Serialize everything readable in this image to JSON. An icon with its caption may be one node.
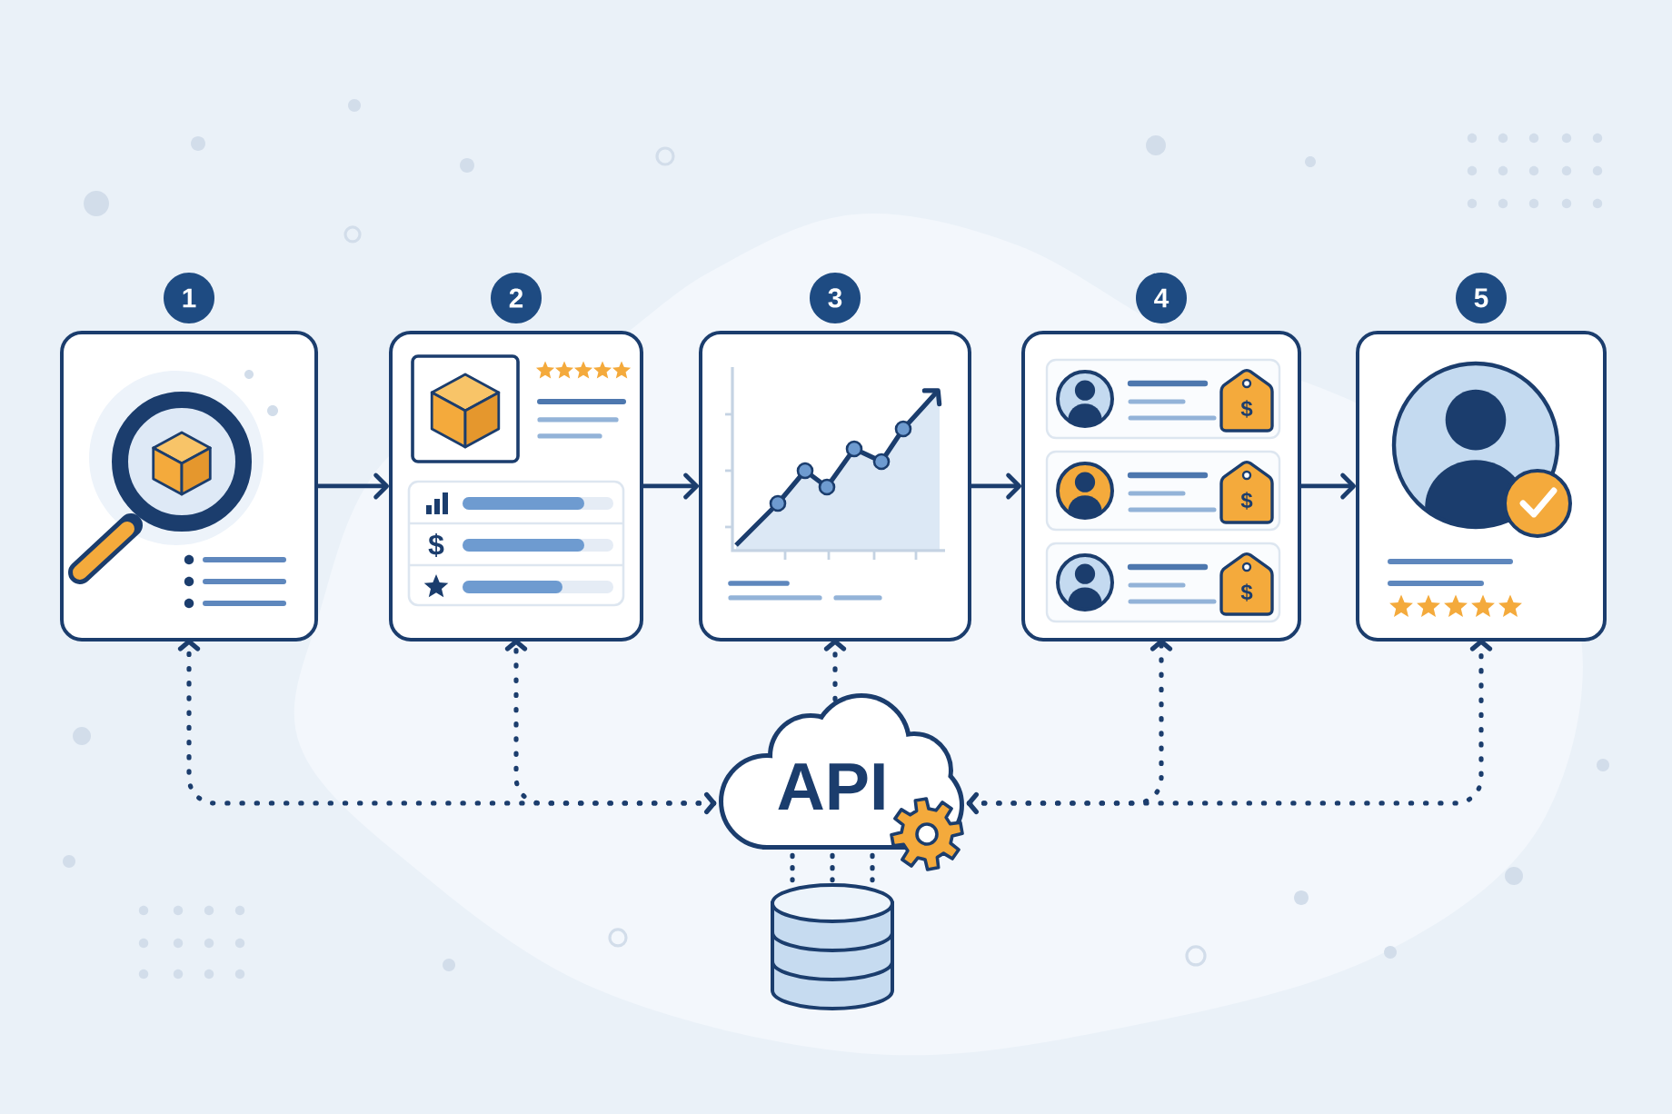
{
  "diagram": {
    "nodes": [
      {
        "text": [
          "1"
        ]
      },
      {
        "text": [
          "2"
        ]
      },
      {
        "text": [
          "3"
        ]
      },
      {
        "text": [
          "4"
        ]
      },
      {
        "text": [
          "5"
        ]
      },
      {
        "text": [
          "API"
        ]
      },
      {
        "text": [],
        "shape": "cylinder"
      }
    ],
    "edges": [
      {
        "from": 0,
        "to": 1,
        "arrow": "to"
      },
      {
        "from": 1,
        "to": 2,
        "arrow": "to"
      },
      {
        "from": 2,
        "to": 3,
        "arrow": "to"
      },
      {
        "from": 3,
        "to": 4,
        "arrow": "to"
      },
      {
        "from": 5,
        "to": 0,
        "arrow": "both",
        "style": "dashed"
      },
      {
        "from": 5,
        "to": 1,
        "arrow": "to",
        "style": "dashed"
      },
      {
        "from": 5,
        "to": 2,
        "arrow": "to",
        "style": "dashed"
      },
      {
        "from": 5,
        "to": 3,
        "arrow": "to",
        "style": "dashed"
      },
      {
        "from": 5,
        "to": 4,
        "arrow": "both",
        "style": "dashed"
      },
      {
        "from": 5,
        "to": 6,
        "arrow": "none",
        "style": "dashed"
      },
      {
        "from": 5,
        "to": 6,
        "arrow": "none",
        "style": "dashed"
      },
      {
        "from": 5,
        "to": 6,
        "arrow": "none",
        "style": "dashed"
      }
    ],
    "labels": [
      "$",
      "$",
      "$",
      "$"
    ]
  }
}
